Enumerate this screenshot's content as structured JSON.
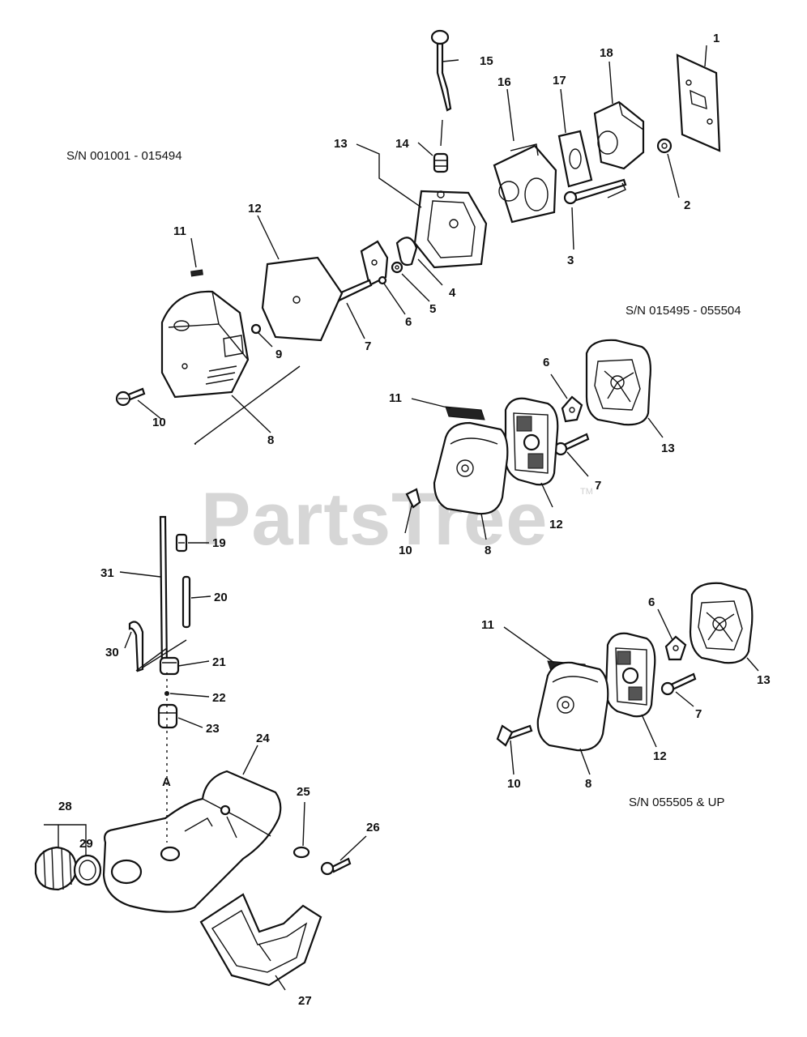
{
  "watermark": {
    "brand": "PartsTree",
    "trademark": "TM"
  },
  "serial_ranges": {
    "range_a": "S/N 001001 - 015494",
    "range_b": "S/N 015495 - 055504",
    "range_c": "S/N 055505 & UP"
  },
  "callouts": {
    "top": {
      "p1": "1",
      "p2": "2",
      "p3": "3",
      "p4": "4",
      "p5": "5",
      "p6": "6",
      "p7": "7",
      "p8": "8",
      "p9": "9",
      "p10": "10",
      "p11": "11",
      "p12": "12",
      "p13": "13",
      "p14": "14",
      "p15": "15",
      "p16": "16",
      "p17": "17",
      "p18": "18"
    },
    "mid": {
      "p6": "6",
      "p7": "7",
      "p8": "8",
      "p10": "10",
      "p11": "11",
      "p12": "12",
      "p13": "13"
    },
    "lower": {
      "p6": "6",
      "p7": "7",
      "p8": "8",
      "p10": "10",
      "p11": "11",
      "p12": "12",
      "p13": "13"
    },
    "tank": {
      "p19": "19",
      "p20": "20",
      "p21": "21",
      "p22": "22",
      "p23": "23",
      "p24": "24",
      "p25": "25",
      "p26": "26",
      "p27": "27",
      "p28": "28",
      "p29": "29",
      "p30": "30",
      "p31": "31",
      "refA": "A"
    }
  },
  "colors": {
    "ink": "#111111",
    "watermark": "#d6d6d6",
    "background": "#ffffff"
  }
}
